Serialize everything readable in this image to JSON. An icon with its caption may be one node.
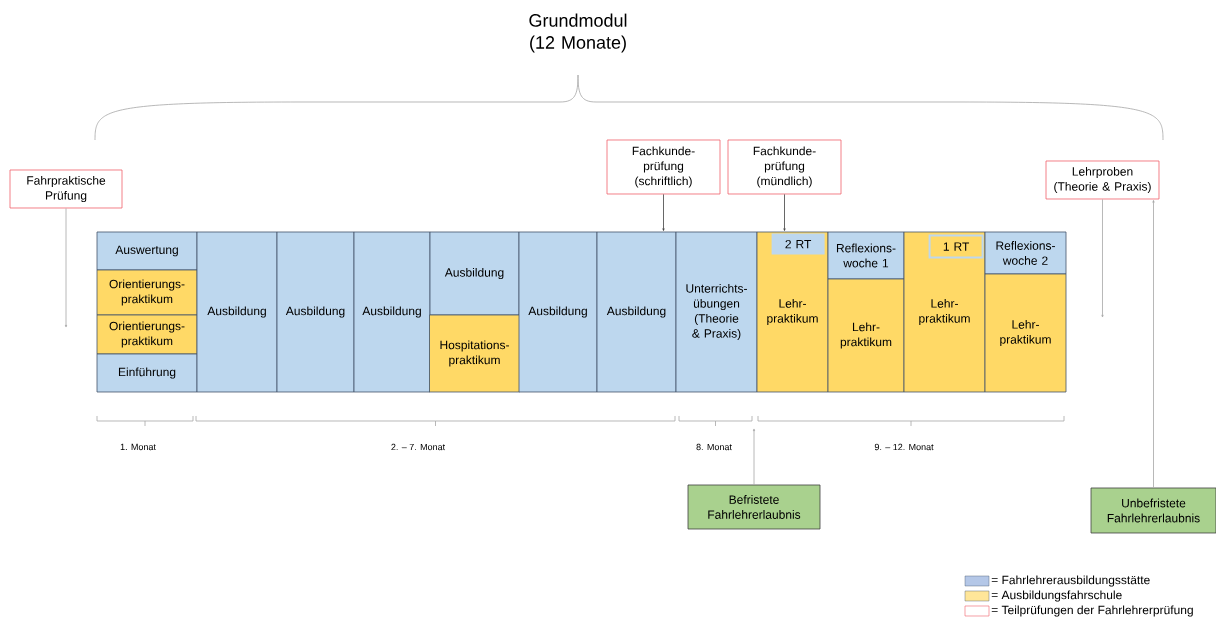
{
  "diagram": {
    "title": "Grundmodul (12 Monate)",
    "nodes": [
      {
        "text": [
          "Fahrpraktische Prüfung"
        ]
      },
      {
        "text": [
          "Fachkunde- prüfung (schriftlich)"
        ]
      },
      {
        "text": [
          "Fachkunde- prüfung (mündlich)"
        ]
      },
      {
        "text": [
          "Lehrproben (Theorie & Praxis)"
        ]
      },
      {
        "text": [
          "Auswertung"
        ]
      },
      {
        "text": [
          "Orientierungs- praktikum"
        ]
      },
      {
        "text": [
          "Orientierungs- praktikum"
        ]
      },
      {
        "text": [
          "Einführung"
        ]
      },
      {
        "text": [
          "Ausbildung"
        ]
      },
      {
        "text": [
          "Ausbildung"
        ]
      },
      {
        "text": [
          "Ausbildung"
        ]
      },
      {
        "text": [
          "Ausbildung"
        ]
      },
      {
        "text": [
          "Hospitations- praktikum"
        ]
      },
      {
        "text": [
          "Ausbildung"
        ]
      },
      {
        "text": [
          "Ausbildung"
        ]
      },
      {
        "text": [
          "Unterrichts- übungen (Theorie & Praxis)"
        ]
      },
      {
        "text": [
          "Lehr- praktikum"
        ]
      },
      {
        "text": [
          "2 RT"
        ],
        "in": 16
      },
      {
        "text": [
          "Reflexions- woche 1"
        ]
      },
      {
        "text": [
          "Lehr- praktikum"
        ]
      },
      {
        "text": [
          "Lehr- praktikum"
        ]
      },
      {
        "text": [
          "1 RT"
        ],
        "in": 20
      },
      {
        "text": [
          "Reflexions- woche 2"
        ]
      },
      {
        "text": [
          "Lehr- praktikum"
        ]
      },
      {
        "text": [
          "Befristete Fahrlehrerlaubnis"
        ]
      },
      {
        "text": [
          "Unbefristete Fahrlehrerlaubnis"
        ]
      }
    ],
    "edges": [
      {
        "from": 0,
        "to": null,
        "arrow": "to"
      },
      {
        "from": 1,
        "to": 14,
        "arrow": "to",
        "color": "#404040"
      },
      {
        "from": 2,
        "to": 16,
        "arrow": "to",
        "color": "#404040"
      },
      {
        "from": 3,
        "to": null,
        "arrow": "to"
      },
      {
        "from": 24,
        "to": null,
        "arrow": "to"
      },
      {
        "from": 25,
        "to": 3,
        "arrow": "to"
      }
    ],
    "labels": [
      "1. Monat",
      "2. – 7. Monat",
      "8. Monat",
      "9. – 12. Monat"
    ],
    "legend": [
      {
        "text": "= Fahrlehrerausbildungsstätte",
        "color": "#b4c7e7"
      },
      {
        "text": "= Ausbildungsfahrschule",
        "color": "#ffe699"
      },
      {
        "text": "= Teilprüfungen der Fahrlehrerprüfung"
      }
    ]
  }
}
